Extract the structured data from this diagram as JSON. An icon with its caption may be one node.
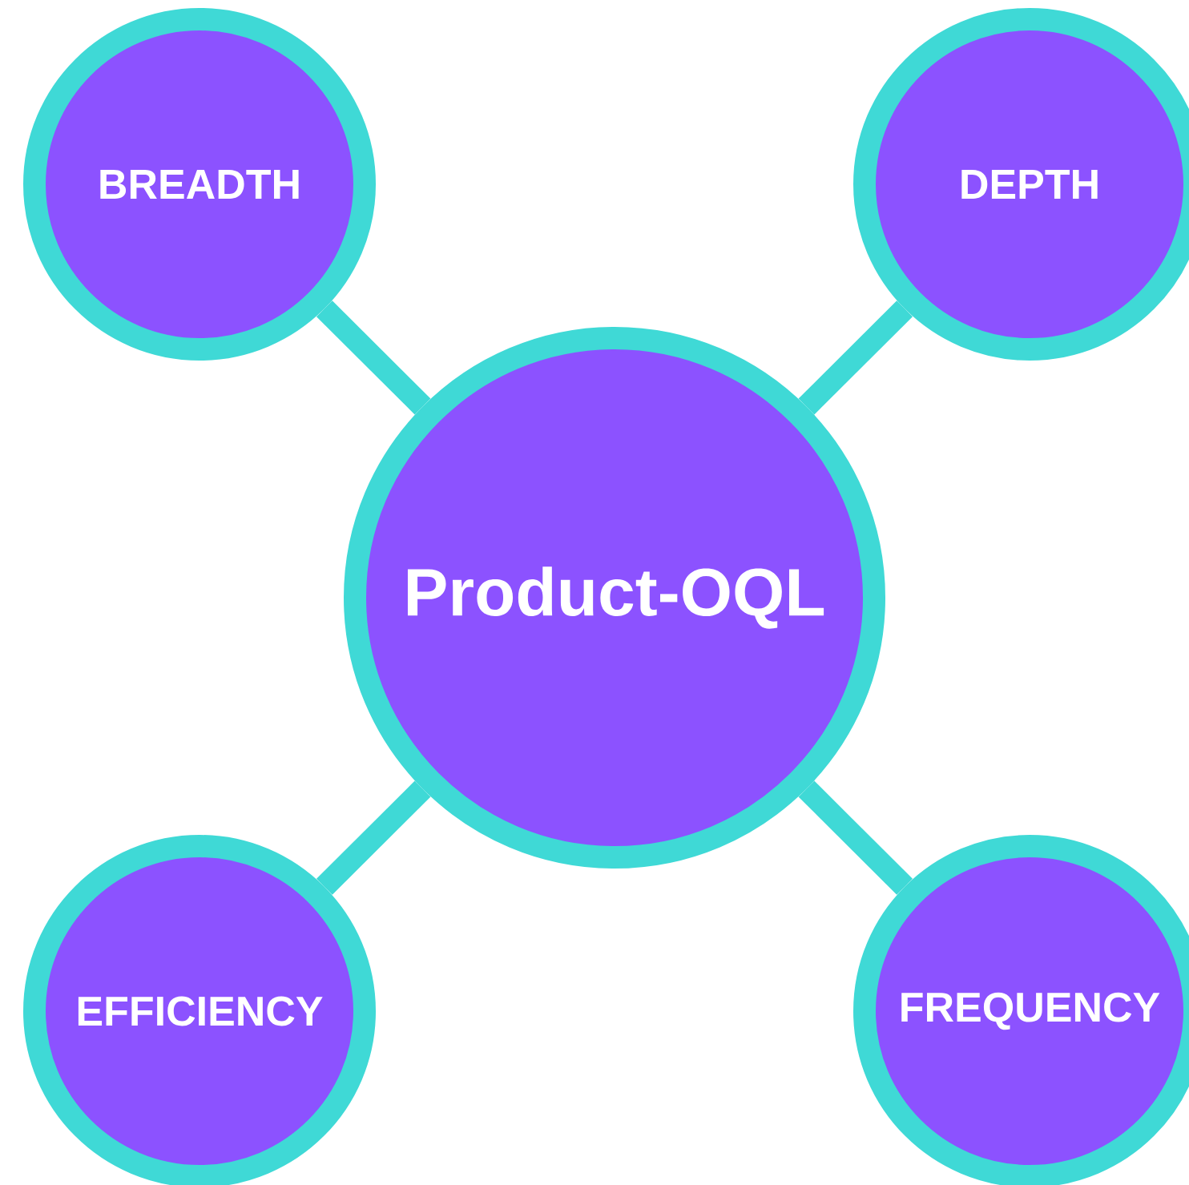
{
  "diagram": {
    "nodes": [
      {
        "text": [
          "BREADTH"
        ]
      },
      {
        "text": [
          "DEPTH"
        ]
      },
      {
        "text": [
          "Product-OQL"
        ]
      },
      {
        "text": [
          "EFFICIENCY"
        ]
      },
      {
        "text": [
          "FREQUENCY"
        ]
      }
    ],
    "edges": [
      {
        "from": 2,
        "to": 0,
        "arrow": "none"
      },
      {
        "from": 2,
        "to": 1,
        "arrow": "none"
      },
      {
        "from": 2,
        "to": 3,
        "arrow": "none"
      },
      {
        "from": 2,
        "to": 4,
        "arrow": "none"
      }
    ]
  }
}
